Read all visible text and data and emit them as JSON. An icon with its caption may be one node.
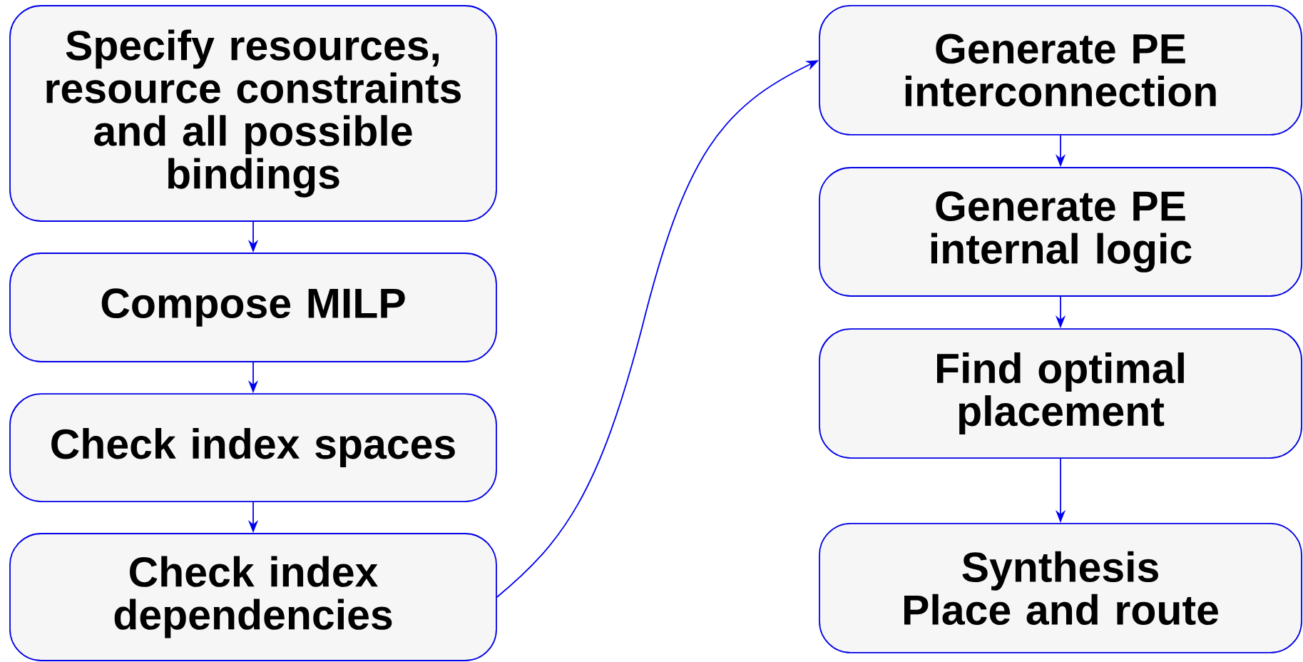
{
  "diagram": {
    "nodes": [
      {
        "text": [
          "Specify resources, resource constraints and all possible bindings"
        ]
      },
      {
        "text": [
          "Compose MILP"
        ]
      },
      {
        "text": [
          "Check index spaces"
        ]
      },
      {
        "text": [
          "Check index dependencies"
        ]
      },
      {
        "text": [
          "Generate PE interconnection"
        ]
      },
      {
        "text": [
          "Generate PE internal logic"
        ]
      },
      {
        "text": [
          "Find optimal placement"
        ]
      },
      {
        "text": [
          "Synthesis Place and route"
        ]
      }
    ],
    "edges": [
      {
        "from": 0,
        "to": 1,
        "arrow": "to"
      },
      {
        "from": 1,
        "to": 2,
        "arrow": "to"
      },
      {
        "from": 2,
        "to": 3,
        "arrow": "to"
      },
      {
        "from": 3,
        "to": 4,
        "arrow": "to"
      },
      {
        "from": 4,
        "to": 5,
        "arrow": "to"
      },
      {
        "from": 5,
        "to": 6,
        "arrow": "to"
      },
      {
        "from": 6,
        "to": 7,
        "arrow": "to"
      }
    ]
  }
}
